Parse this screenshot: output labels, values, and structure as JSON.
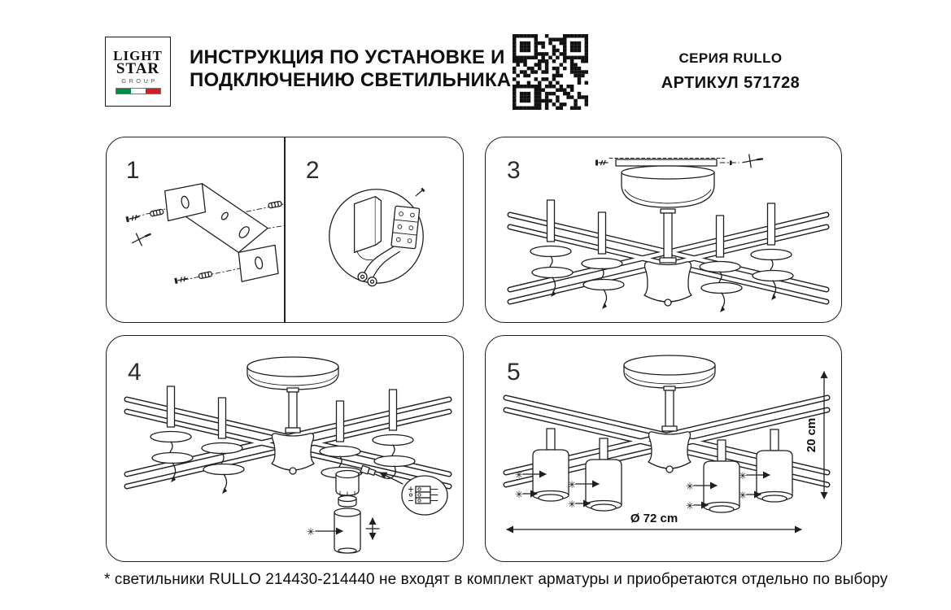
{
  "header": {
    "logo": {
      "line1": "LIGHT",
      "line2": "STAR",
      "line3": "GROUP"
    },
    "title_line1": "ИНСТРУКЦИЯ ПО УСТАНОВКЕ И",
    "title_line2": "ПОДКЛЮЧЕНИЮ СВЕТИЛЬНИКА",
    "series": "СЕРИЯ RULLO",
    "article": "АРТИКУЛ 571728"
  },
  "steps": {
    "s1": "1",
    "s2": "2",
    "s3": "3",
    "s4": "4",
    "s5": "5"
  },
  "dims": {
    "diameter": "Ø 72 cm",
    "height": "20 cm"
  },
  "marker": "✳",
  "footnote": "* светильники RULLO 214430-214440 не входят в комплект арматуры и приобретаются отдельно по выбору",
  "icons": {
    "qr": "qr-code",
    "screw": "screw-icon",
    "anchor": "wall-plug-icon",
    "move": "move-vertical-icon",
    "terminal": "terminal-block-icon"
  },
  "colors": {
    "ink": "#1f1f1f",
    "flag_green": "#008C45",
    "flag_red": "#CD212A",
    "paper": "#ffffff"
  }
}
